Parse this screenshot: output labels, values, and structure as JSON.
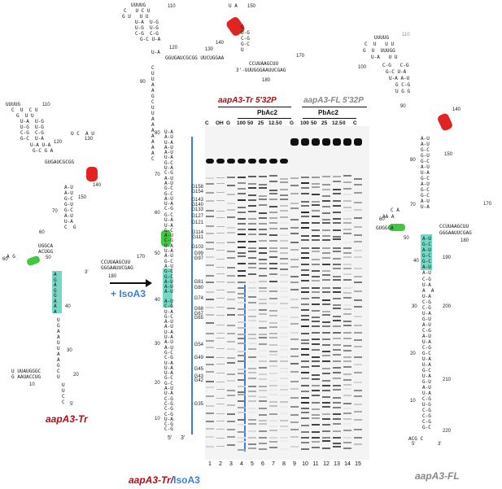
{
  "titles": {
    "left": "aapA3-Tr",
    "middle_a": "aapA3-Tr",
    "middle_slash": "/",
    "middle_b": "IsoA3",
    "right": "aapA3-FL",
    "isoa3_add": "+ IsoA3"
  },
  "gel": {
    "header_tr": "aapA3-Tr 5'32P",
    "header_fl": "aapA3-FL 5'32P",
    "reagent_left": "PbAc2",
    "reagent_right": "PbAc2",
    "lane_headers": [
      "C",
      "OH",
      "G",
      "100",
      "50",
      "25",
      "12.5",
      "0",
      "G",
      "100",
      "50",
      "25",
      "12.5",
      "0",
      "C"
    ],
    "lane_numbers": [
      "1",
      "2",
      "3",
      "4",
      "5",
      "6",
      "7",
      "8",
      "9",
      "10",
      "11",
      "12",
      "13",
      "14",
      "15"
    ],
    "band_labels": [
      "G158",
      "G154",
      "G143",
      "G140",
      "G133",
      "G127",
      "G121",
      "G114",
      "G111",
      "G103",
      "G99",
      "G97",
      "G81",
      "G80",
      "G74",
      "G68",
      "G67",
      "G65",
      "G54",
      "G49",
      "G45",
      "G43",
      "G42",
      "G35"
    ]
  },
  "numbering": {
    "left": [
      "110",
      "120",
      "130",
      "140",
      "150",
      "60",
      "70",
      "80",
      "50",
      "170",
      "180",
      "40",
      "30",
      "20",
      "10",
      "5'",
      "3'"
    ],
    "middle": [
      "110",
      "120",
      "130",
      "140",
      "150",
      "170",
      "180",
      "90",
      "80",
      "70",
      "60",
      "50",
      "40",
      "30",
      "20",
      "10",
      "5'",
      "3'",
      "3'"
    ],
    "right": [
      "110",
      "100",
      "90",
      "140",
      "80",
      "150",
      "70",
      "170",
      "60",
      "50",
      "180",
      "40",
      "190",
      "30",
      "200",
      "20",
      "210",
      "10",
      "220",
      "5'",
      "3'"
    ]
  },
  "colors": {
    "red_title": "#b00b14",
    "gray_title": "#888888",
    "blue": "#3a7fd6",
    "highlight_red": "#e12421",
    "highlight_green": "#3ec93e",
    "highlight_teal": "#73d9c5"
  }
}
